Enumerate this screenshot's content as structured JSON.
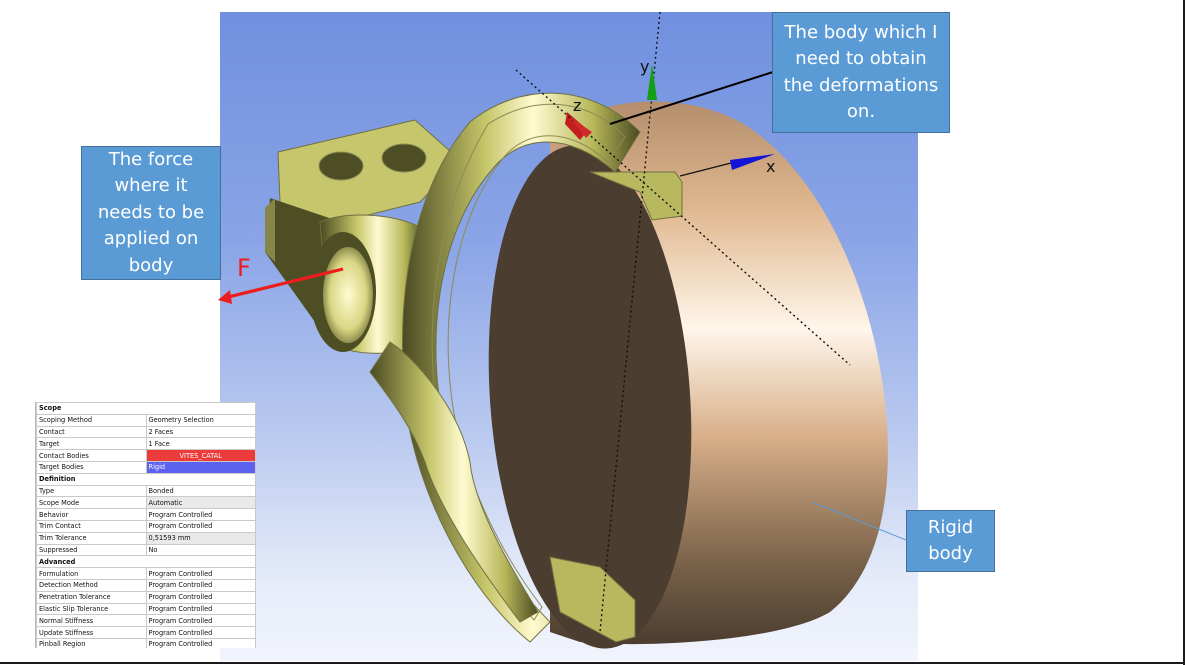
{
  "viewport": {
    "background_top": "#7090df",
    "background_bottom": "#f1f4fc",
    "axes": {
      "x_label": "x",
      "y_label": "y",
      "z_label": "z",
      "x_color": "#1414d8",
      "y_color": "#14a014",
      "z_color": "#c81e1e"
    },
    "force_label": "F",
    "force_color": "#ee1c1c",
    "part_color": "#c8c86a",
    "rigid_body_color": "#c8a07a"
  },
  "callouts": {
    "deformation_body": "The body which I need to obtain the deformations on.",
    "force": "The force where it needs to be applied on body",
    "rigid_body": "Rigid body"
  },
  "properties": {
    "sections": [
      {
        "title": "Scope",
        "rows": [
          {
            "key": "Scoping Method",
            "value": "Geometry Selection"
          },
          {
            "key": "Contact",
            "value": "2 Faces"
          },
          {
            "key": "Target",
            "value": "1 Face"
          },
          {
            "key": "Contact Bodies",
            "value": "VITES_CATAL"
          },
          {
            "key": "Target Bodies",
            "value": "Rigid"
          }
        ]
      },
      {
        "title": "Definition",
        "rows": [
          {
            "key": "Type",
            "value": "Bonded"
          },
          {
            "key": "Scope Mode",
            "value": "Automatic"
          },
          {
            "key": "Behavior",
            "value": "Program Controlled"
          },
          {
            "key": "Trim Contact",
            "value": "Program Controlled"
          },
          {
            "key": "Trim Tolerance",
            "value": "0,51593 mm"
          },
          {
            "key": "Suppressed",
            "value": "No"
          }
        ]
      },
      {
        "title": "Advanced",
        "rows": [
          {
            "key": "Formulation",
            "value": "Program Controlled"
          },
          {
            "key": "Detection Method",
            "value": "Program Controlled"
          },
          {
            "key": "Penetration Tolerance",
            "value": "Program Controlled"
          },
          {
            "key": "Elastic Slip Tolerance",
            "value": "Program Controlled"
          },
          {
            "key": "Normal Stiffness",
            "value": "Program Controlled"
          },
          {
            "key": "Update Stiffness",
            "value": "Program Controlled"
          },
          {
            "key": "Pinball Region",
            "value": "Program Controlled"
          }
        ]
      }
    ]
  }
}
